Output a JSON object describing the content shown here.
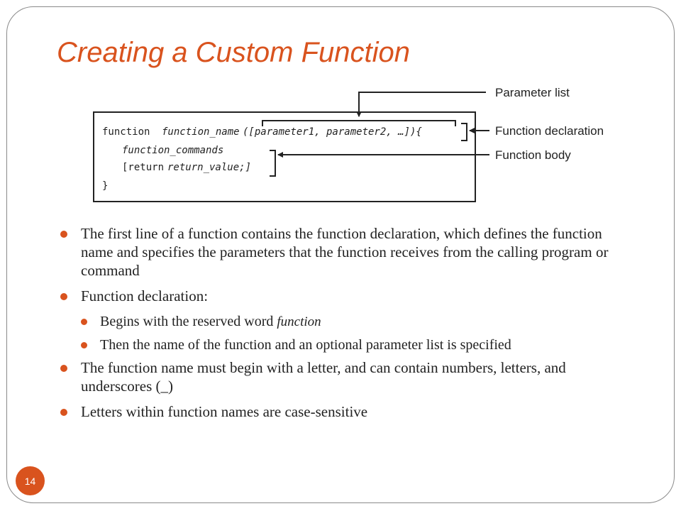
{
  "slide": {
    "title": "Creating a Custom Function",
    "page_number": "14"
  },
  "diagram": {
    "code": {
      "kw_function": "function",
      "function_name": "function_name",
      "params": "([parameter1, parameter2, …]){",
      "commands": "function_commands",
      "return_kw": "[return",
      "return_value": "return_value;]",
      "close_brace": "}"
    },
    "labels": {
      "parameter_list": "Parameter list",
      "function_declaration": "Function declaration",
      "function_body": "Function body"
    }
  },
  "bullets": {
    "b1": "The first line of a function contains the function declaration, which defines the function name and specifies the parameters that the function receives from the calling program or command",
    "b2": "Function declaration:",
    "b2a_text": "Begins with the reserved word ",
    "b2a_kw": "function",
    "b2b": "Then the name of the function and an optional parameter list is specified",
    "b3": "The function name must begin with a letter, and can contain numbers, letters, and underscores (_)",
    "b4": "Letters within function names are case-sensitive"
  },
  "colors": {
    "accent": "#d9531e",
    "text": "#222222"
  }
}
